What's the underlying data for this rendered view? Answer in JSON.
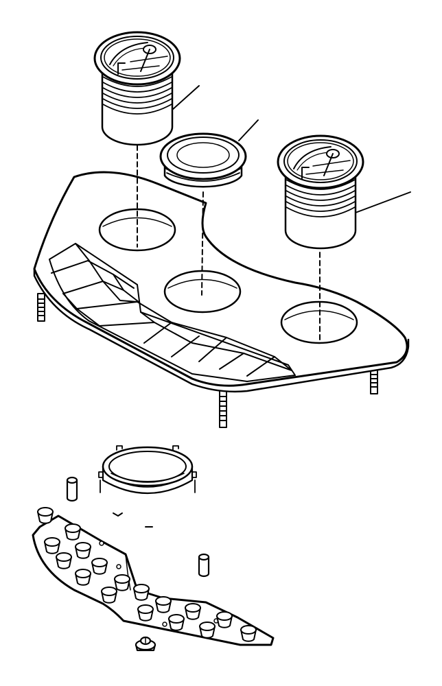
{
  "diagram": {
    "type": "exploded-assembly-line-drawing",
    "line_color": "#000000",
    "fill_color": "#ffffff",
    "parts": [
      "gauge-left",
      "gauge-center-plug",
      "gauge-right",
      "instrument-panel-plate",
      "mounting-stud",
      "gauge-retaining-ring",
      "spacer",
      "bulb-circuit-board",
      "bulb-socket",
      "ground-connector"
    ],
    "labels": []
  }
}
